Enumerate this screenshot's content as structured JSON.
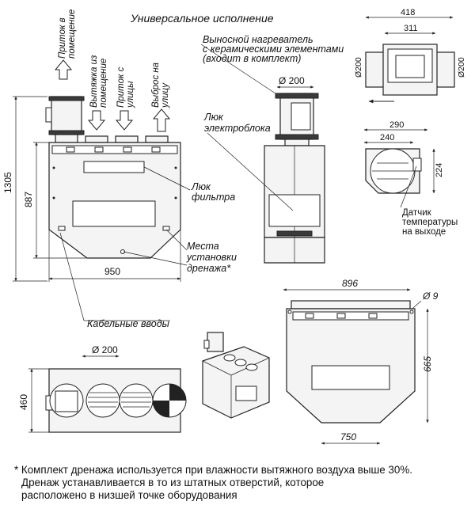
{
  "title": "Универсальное исполнение",
  "labels": {
    "supply_room": [
      "Приток в",
      "помещение"
    ],
    "exhaust_room": [
      "Вытяжка из",
      "помещение"
    ],
    "supply_street": [
      "Приток с",
      "улицы"
    ],
    "exhaust_street": [
      "Выброс на",
      "улицу"
    ],
    "heater": [
      "Выносной нагреватель",
      "с керамическими элементами",
      "(входит в комплект)"
    ],
    "electro_hatch": [
      "Люк",
      "электроблока"
    ],
    "filter_hatch": [
      "Люк",
      "фильтра"
    ],
    "drain_places": [
      "Места",
      "установки",
      "дренажа*"
    ],
    "cable_inputs": "Кабельные вводы",
    "temp_sensor": [
      "Датчик",
      "температуры",
      "на выходе"
    ]
  },
  "dimensions": {
    "height_total": "1305",
    "height_body": "887",
    "width_front": "950",
    "dia_top": "Ø 200",
    "dia_bottom": "Ø 200",
    "heater_len": "418",
    "heater_inner": "311",
    "heater_dia_left": "Ø200",
    "heater_dia_right": "Ø200",
    "sensor_w_outer": "290",
    "sensor_w_inner": "240",
    "sensor_h": "224",
    "back_width": "896",
    "hole_dia": "Ø 9",
    "back_height": "665",
    "back_bottom": "750",
    "top_depth": "460"
  },
  "footnote": [
    "* Комплект дренажа используется при влажности вытяжного воздуха выше 30%.",
    "Дренаж устанавливается в то из штатных отверстий, которое",
    "расположено в низшей точке оборудования"
  ]
}
